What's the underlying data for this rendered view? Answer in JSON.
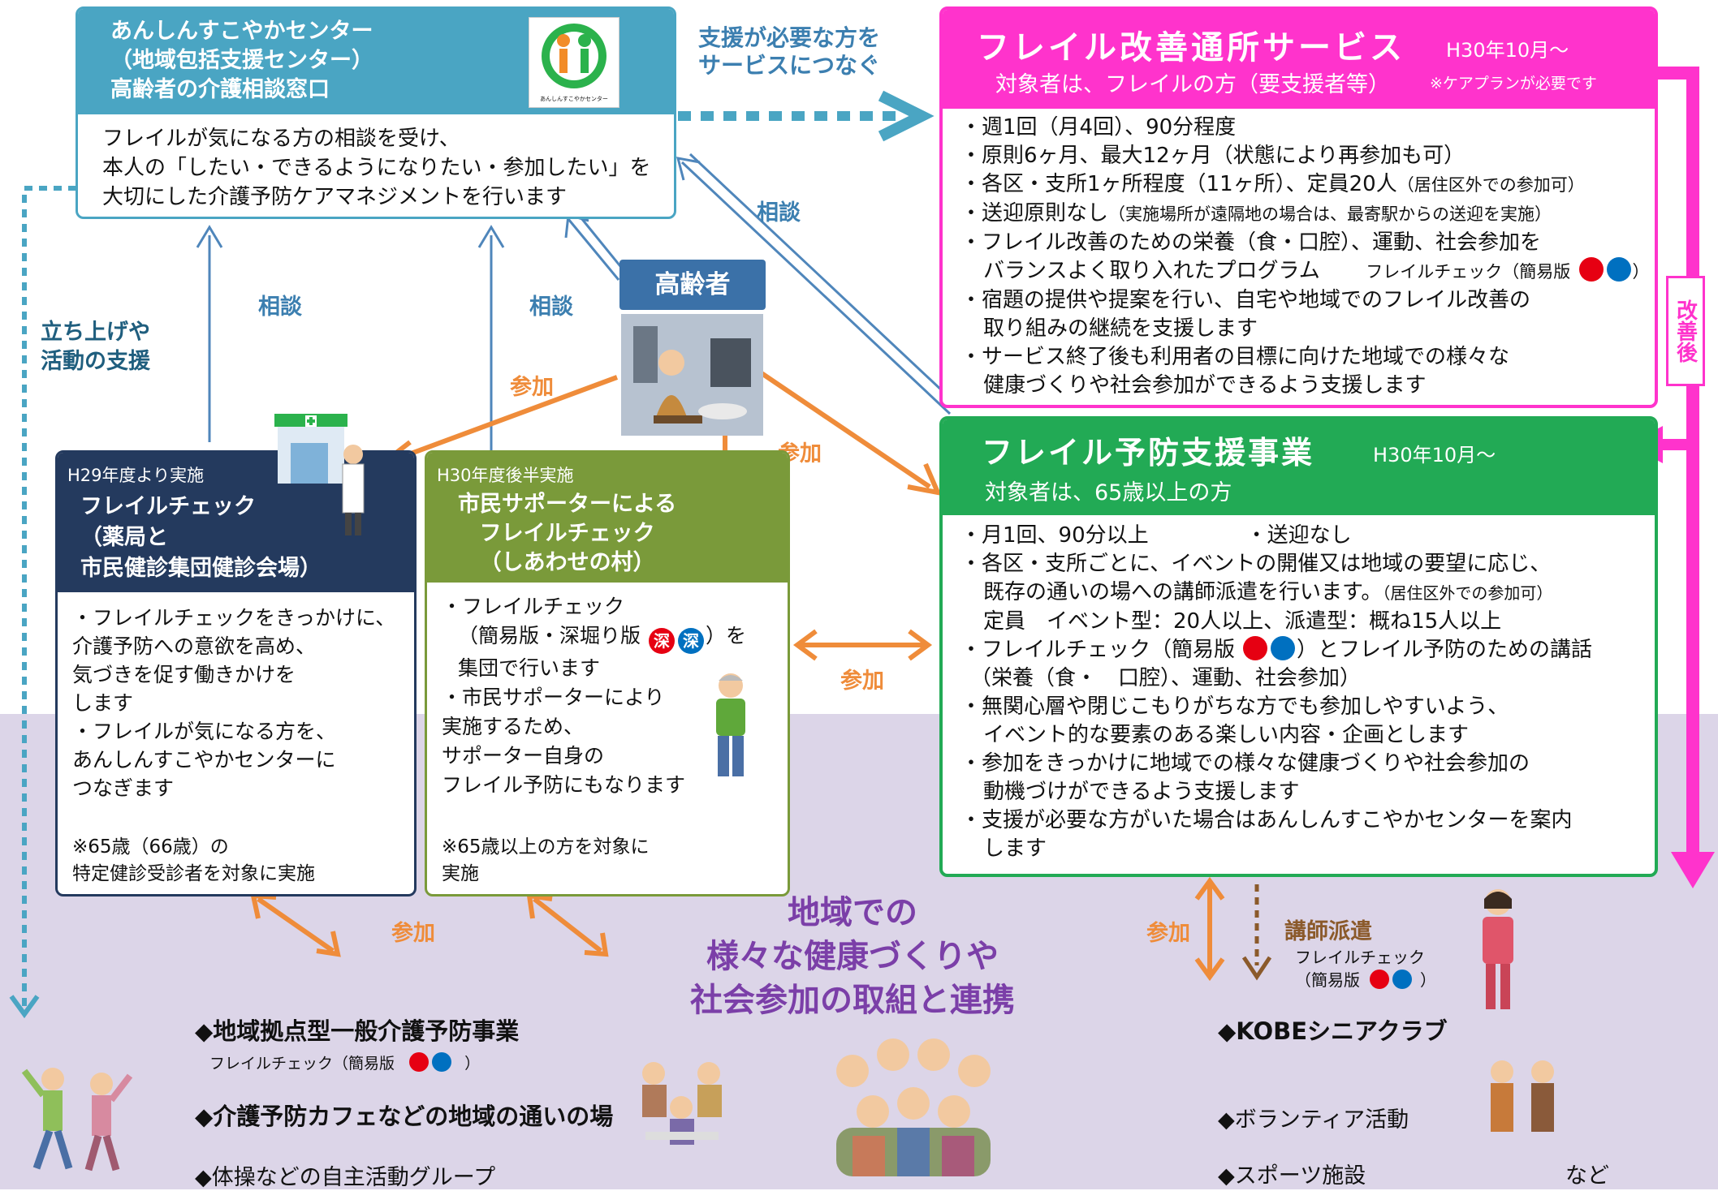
{
  "center": {
    "title": "あんしんすこやかセンター\n（地域包括支援センター）\n高齢者の介護相談窓口",
    "logo_text": "あんしんすこやかセンター",
    "body": "フレイルが気になる方の相談を受け、\n本人の「したい・できるようになりたい・参加したい」を\n大切にした介護予防ケアマネジメントを行います"
  },
  "arrow_labels": {
    "connect": "支援が必要な方を\nサービスにつなぐ",
    "consult_right": "相談",
    "consult_left": "相談",
    "consult_mid": "相談",
    "launch_support": "立ち上げや\n活動の支援",
    "join_left": "参加",
    "join_right": "参加",
    "join_mid": "参加",
    "join_bottom_left": "参加",
    "join_bottom_right": "参加",
    "improved": "改善後",
    "dispatch": "講師派遣"
  },
  "elderly": {
    "label": "高齢者"
  },
  "frail_service": {
    "title": "フレイル改善通所サービス",
    "date": "H30年10月～",
    "target": "対象者は、フレイルの方（要支援者等）",
    "note": "※ケアプランが必要です",
    "items": [
      "・週1回（月4回）、90分程度",
      "・原則6ヶ月、最大12ヶ月（状態により再参加も可）",
      "・各区・支所1ヶ所程度（11ヶ所）、定員20人",
      "・送迎原則なし",
      "・フレイル改善のための栄養（食・口腔）、運動、社会参加を",
      "バランスよく取り入れたプログラム",
      "・宿題の提供や提案を行い、自宅や地域でのフレイル改善の",
      "取り組みの継続を支援します",
      "・サービス終了後も利用者の目標に向けた地域での様々な",
      "健康づくりや社会参加ができるよう支援します"
    ],
    "item3_small": "（居住区外での参加可）",
    "item4_small": "（実施場所が遠隔地の場合は、最寄駅からの送迎を実施）",
    "check_label": "フレイルチェック（簡易版",
    "check_close": "）"
  },
  "prevention": {
    "title": "フレイル予防支援事業",
    "date": "H30年10月～",
    "target": "対象者は、65歳以上の方",
    "items": [
      "・月1回、90分以上",
      "・送迎なし",
      "・各区・支所ごとに、イベントの開催又は地域の要望に応じ、",
      "既存の通いの場への講師派遣を行います。",
      "定員　イベント型：20人以上、派遣型：概ね15人以上",
      "・フレイルチェック（簡易版",
      "）とフレイル予防のための講話",
      "（栄養（食・　口腔）、運動、社会参加）",
      "・無関心層や閉じこもりがちな方でも参加しやすいよう、",
      "イベント的な要素のある楽しい内容・企画とします",
      "・参加をきっかけに地域での様々な健康づくりや社会参加の",
      "動機づけができるよう支援します",
      "・支援が必要な方がいた場合はあんしんすこやかセンターを案内",
      "します"
    ],
    "item_small": "（居住区外での参加可）"
  },
  "pharmacy": {
    "since": "H29年度より実施",
    "title": "フレイルチェック\n（薬局と\n市民健診集団健診会場）",
    "body": "・フレイルチェックをきっかけに、\n介護予防への意欲を高め、\n気づきを促す働きかけを\nします\n・フレイルが気になる方を、\nあんしんすこやかセンターに\nつなぎます",
    "note": "※65歳（66歳）の\n特定健診受診者を対象に実施"
  },
  "supporter": {
    "since": "H30年度後半実施",
    "title": "市民サポーターによる\nフレイルチェック\n（しあわせの村）",
    "line1": "・フレイルチェック",
    "line2a": "（簡易版・深堀り版",
    "deep1": "深",
    "deep2": "深",
    "line2b": "）を",
    "line3": "集団で行います",
    "body2": "・市民サポーターにより\n実施するため、\nサポーター自身の\nフレイル予防にもなります",
    "note": "※65歳以上の方を対象に\n実施"
  },
  "community": {
    "heading": "地域での\n様々な健康づくりや\n社会参加の取組と連携",
    "items_left": [
      "◆地域拠点型一般介護予防事業",
      "◆介護予防カフェなどの地域の通いの場",
      "◆体操などの自主活動グループ"
    ],
    "left_check": "フレイルチェック（簡易版",
    "items_right": [
      "◆KOBEシニアクラブ",
      "◆ボランティア活動",
      "◆スポーツ施設"
    ],
    "etc": "など",
    "right_check_1": "フレイルチェック",
    "right_check_2": "（簡易版",
    "close": "）"
  },
  "colors": {
    "center_header": "#4aa5c3",
    "magenta": "#ff33cc",
    "green": "#22aa55",
    "navy": "#243a5e",
    "olive": "#7a9a3a",
    "orange": "#ef8c3a",
    "lavender": "#d8d1e6",
    "purple_text": "#7b3fa8"
  }
}
